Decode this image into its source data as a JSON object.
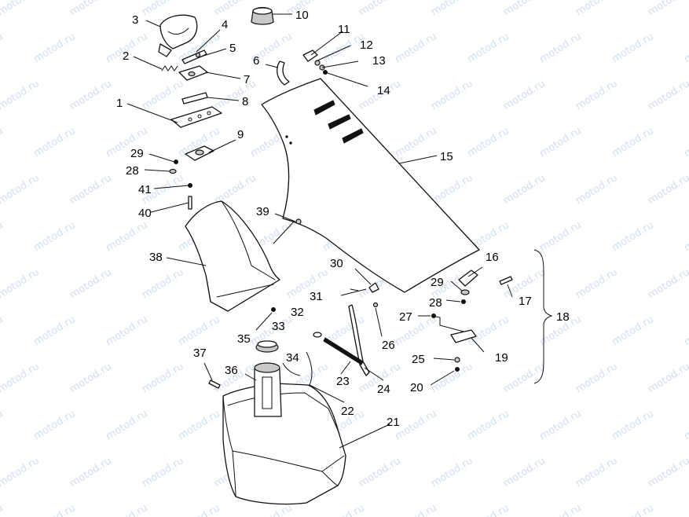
{
  "watermark": "motod.ru",
  "callouts": {
    "c1": "1",
    "c2": "2",
    "c3": "3",
    "c4": "4",
    "c5": "5",
    "c6": "6",
    "c7": "7",
    "c8": "8",
    "c9": "9",
    "c10": "10",
    "c11": "11",
    "c12": "12",
    "c13": "13",
    "c14": "14",
    "c15": "15",
    "c16": "16",
    "c17": "17",
    "c18": "18",
    "c19": "19",
    "c20": "20",
    "c21": "21",
    "c22": "22",
    "c23": "23",
    "c24": "24",
    "c25": "25",
    "c26": "26",
    "c27": "27",
    "c28a": "28",
    "c28b": "28",
    "c29a": "29",
    "c29b": "29",
    "c30": "30",
    "c31": "31",
    "c32": "32",
    "c33": "33",
    "c34": "34",
    "c35": "35",
    "c36": "36",
    "c37": "37",
    "c38": "38",
    "c39": "39",
    "c40": "40",
    "c41": "41"
  }
}
